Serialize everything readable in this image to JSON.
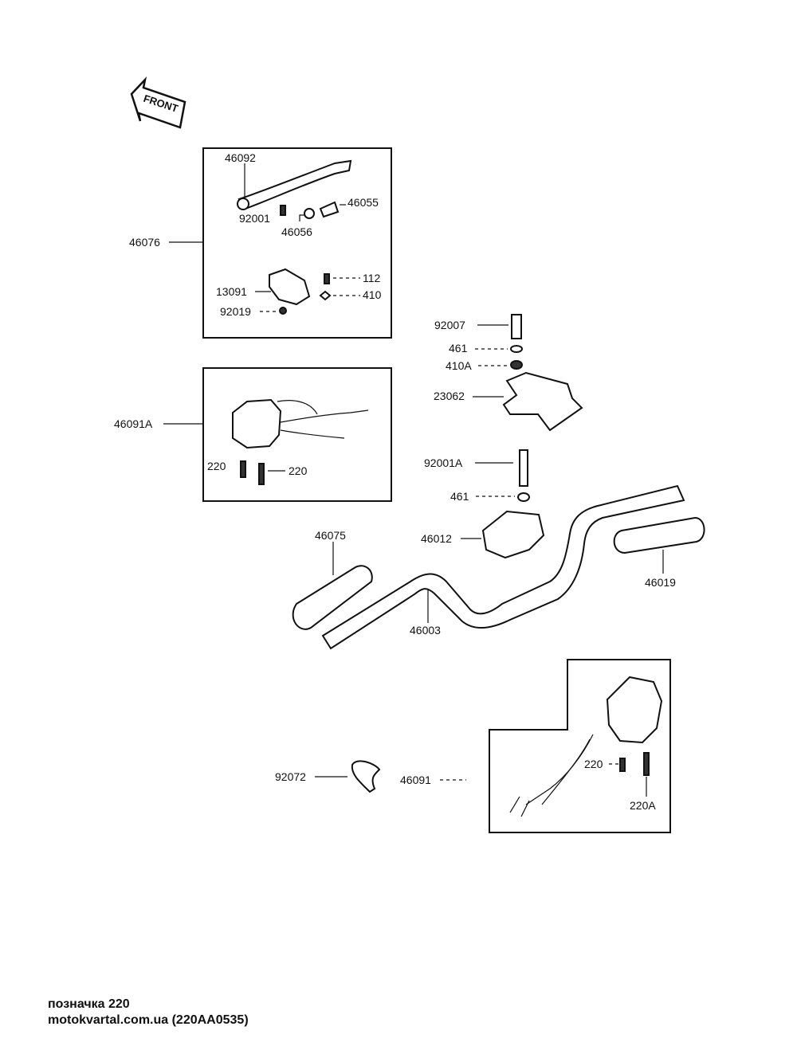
{
  "front_label": "FRONT",
  "parts": {
    "p46092": "46092",
    "p92001": "92001",
    "p46056": "46056",
    "p46055": "46055",
    "p46076": "46076",
    "p13091": "13091",
    "p112": "112",
    "p410": "410",
    "p92019": "92019",
    "p92007": "92007",
    "p461a": "461",
    "p410A": "410A",
    "p23062": "23062",
    "p46091A": "46091A",
    "p220a": "220",
    "p220b": "220",
    "p92001A": "92001A",
    "p461b": "461",
    "p46012": "46012",
    "p46075": "46075",
    "p46019": "46019",
    "p46003": "46003",
    "p92072": "92072",
    "p46091": "46091",
    "p220c": "220",
    "p220A": "220A"
  },
  "footer": {
    "line1": "позначка 220",
    "line2": "motokvartal.com.ua (220AA0535)"
  }
}
